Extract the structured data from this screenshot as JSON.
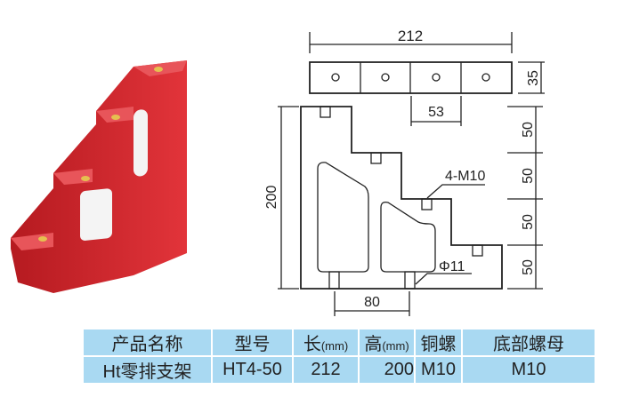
{
  "drawing": {
    "width_dim": "212",
    "depth_dim": "35",
    "pitch_dim": "53",
    "height_dim": "200",
    "step_dims": [
      "50",
      "50",
      "50",
      "50"
    ],
    "base_hole_pitch_dim": "80",
    "thread_label": "4-M10",
    "hole_label": "Φ11"
  },
  "table": {
    "headers": [
      {
        "text": "产品名称"
      },
      {
        "text": "型号"
      },
      {
        "text": "长",
        "unit": "(mm)"
      },
      {
        "text": "高",
        "unit": "(mm)"
      },
      {
        "text": "铜螺"
      },
      {
        "text": "底部螺母"
      }
    ],
    "row": [
      "Ht零排支架",
      "HT4-50",
      "212",
      "200",
      "M10",
      "M10"
    ]
  },
  "colors": {
    "product": "#d8262b",
    "table_bg": "#a9d9f2"
  }
}
